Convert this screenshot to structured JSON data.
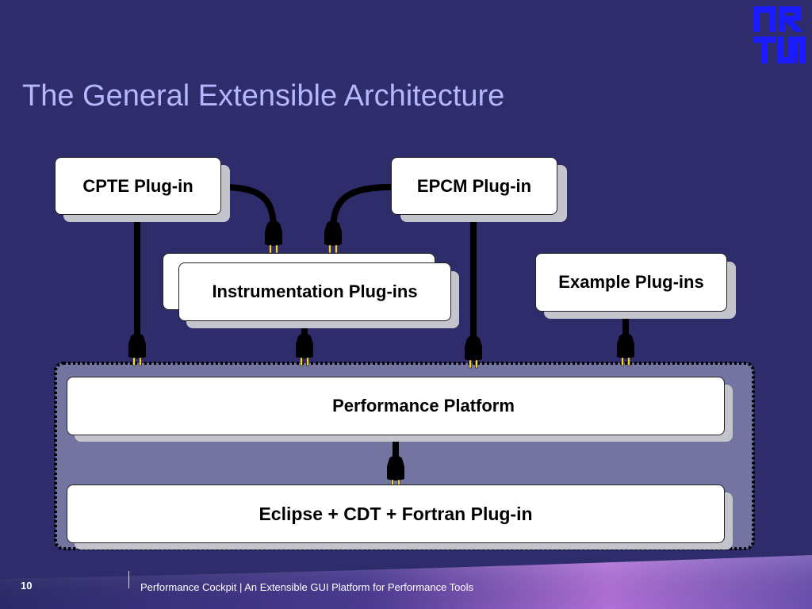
{
  "slide": {
    "title": "The General Extensible Architecture",
    "page_number": "10",
    "footer": "Performance Cockpit  | An Extensible GUI Platform for Performance Tools"
  },
  "diagram": {
    "plugins": {
      "cpte": "CPTE Plug-in",
      "epcm": "EPCM Plug-in",
      "instrumentation": "Instrumentation Plug-ins",
      "example": "Example Plug-ins"
    },
    "platform": "Performance Platform",
    "base": "Eclipse + CDT + Fortran Plug-in"
  },
  "colors": {
    "background": "#2f2c6b",
    "title": "#b6b6ff",
    "platform_container": "#7474a0",
    "footer_accent": "#d890e8"
  },
  "icons": {
    "logo": "tum-logo",
    "connector": "power-plug-icon"
  }
}
